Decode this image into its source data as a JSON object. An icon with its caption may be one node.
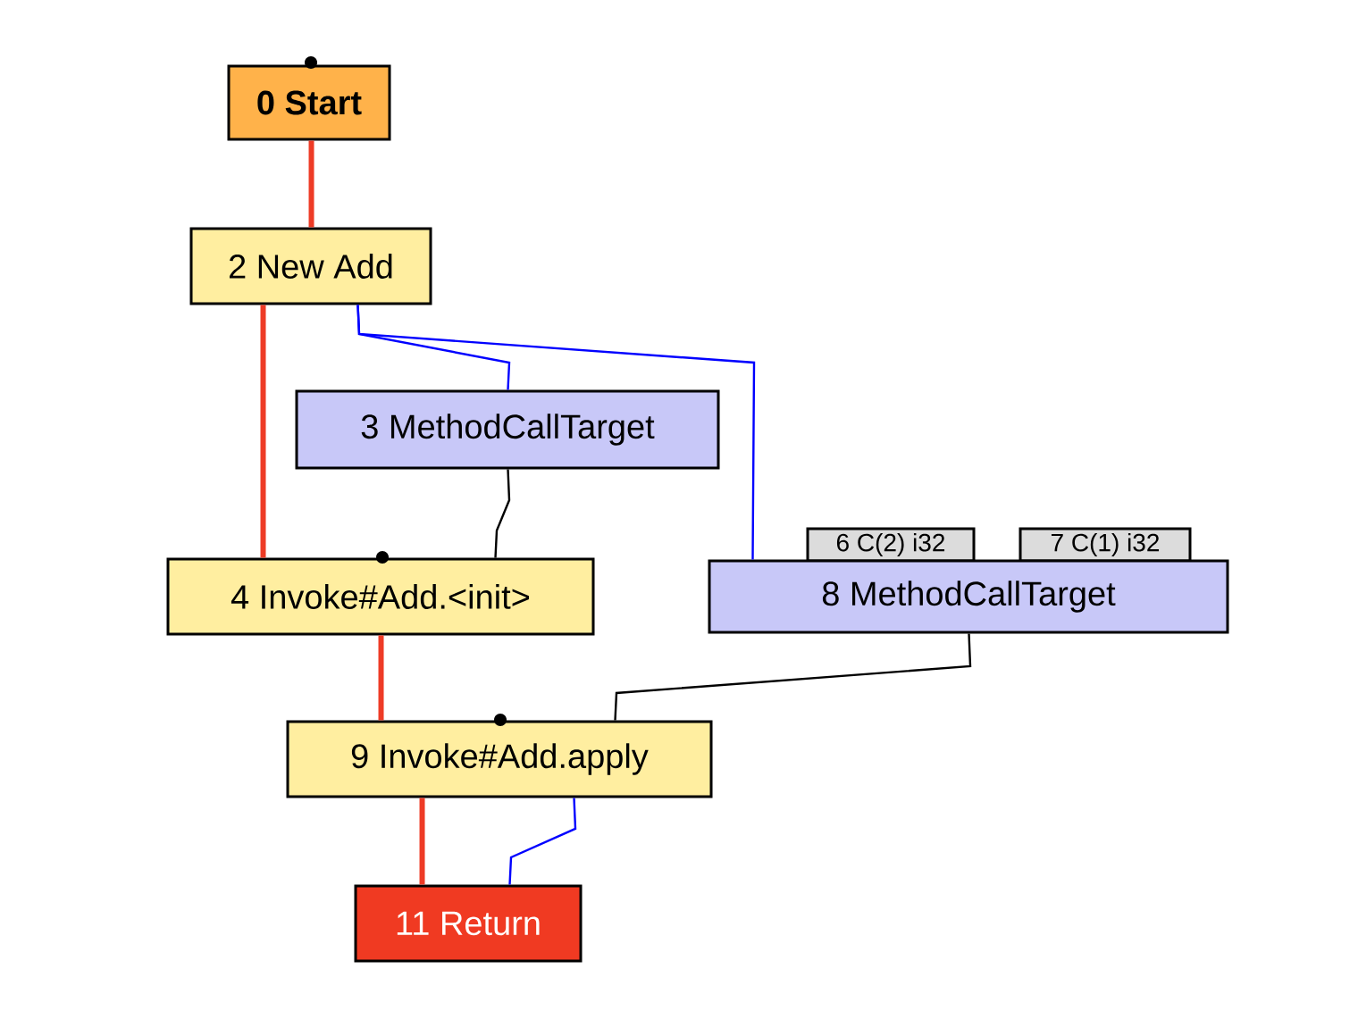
{
  "diagram": {
    "nodes": [
      {
        "text": [
          "0 Start"
        ]
      },
      {
        "text": [
          "2 New Add"
        ]
      },
      {
        "text": [
          "3 MethodCallTarget"
        ]
      },
      {
        "text": [
          "4 Invoke#Add.<init>"
        ]
      },
      {
        "text": [
          "6 C(2) i32"
        ]
      },
      {
        "text": [
          "7 C(1) i32"
        ]
      },
      {
        "text": [
          "8 MethodCallTarget"
        ]
      },
      {
        "text": [
          "9 Invoke#Add.apply"
        ]
      },
      {
        "text": [
          "11 Return"
        ]
      }
    ],
    "edges": [
      {
        "from": 0,
        "to": 1,
        "arrow": "none",
        "style": "thick",
        "color": "#ee3b26"
      },
      {
        "from": 1,
        "to": 3,
        "arrow": "none",
        "style": "thick",
        "color": "#ee3b26"
      },
      {
        "from": 1,
        "to": 2,
        "arrow": "none",
        "color": "#0000ff"
      },
      {
        "from": 1,
        "to": 6,
        "arrow": "none",
        "color": "#0000ff"
      },
      {
        "from": 2,
        "to": 3,
        "arrow": "none",
        "color": "#000000"
      },
      {
        "from": 3,
        "to": 7,
        "arrow": "none",
        "style": "thick",
        "color": "#ee3b26"
      },
      {
        "from": 6,
        "to": 7,
        "arrow": "none",
        "color": "#000000"
      },
      {
        "from": 7,
        "to": 8,
        "arrow": "none",
        "style": "thick",
        "color": "#ee3b26"
      },
      {
        "from": 7,
        "to": 8,
        "arrow": "none",
        "color": "#0000ff"
      }
    ]
  }
}
